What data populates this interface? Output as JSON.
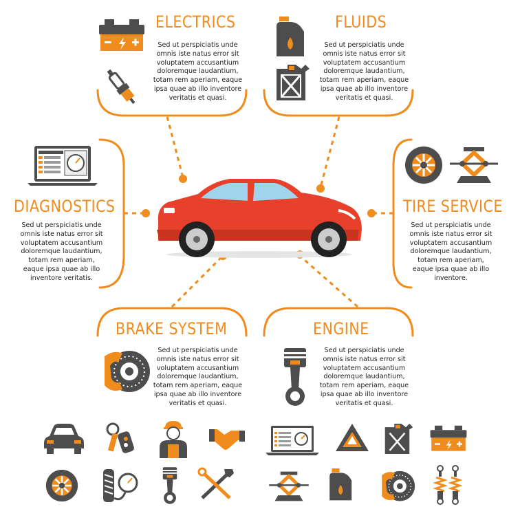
{
  "colors": {
    "accent": "#f08c1e",
    "dark": "#4d4d4d",
    "car": "#e8412b",
    "text": "#222222"
  },
  "sections": {
    "electrics": {
      "title": "ELECTRICS",
      "text": "Sed ut perspiciatis unde\nomnis iste natus error sit\nvoluptatem accusantium\ndoloremque laudantium,\ntotam rem aperiam, eaque\nipsa quae ab illo inventore\nveritatis et quasi.",
      "icons": [
        "battery-icon",
        "spark-plug-icon"
      ]
    },
    "fluids": {
      "title": "FLUIDS",
      "text": "Sed ut perspiciatis unde\nomnis iste natus error sit\nvoluptatem accusantium\ndoloremque laudantium,\ntotam rem aperiam, eaque\nipsa quae ab illo inventore\nveritatis et quasi.",
      "icons": [
        "oil-canister-icon",
        "jerrycan-icon"
      ]
    },
    "diagnostics": {
      "title": "DIAGNOSTICS",
      "text": "Sed ut perspiciatis unde\nomnis iste natus error sit\nvoluptatem accusantium\ndoloremque laudantium,\ntotam rem aperiam,\neaque ipsa quae ab illo\ninventore veritatis.",
      "icons": [
        "laptop-diagnostics-icon"
      ]
    },
    "tire": {
      "title": "TIRE SERVICE",
      "text": "Sed ut perspiciatis unde\nomnis iste natus error sit\nvoluptatem accusantium\ndoloremque laudantium,\ntotam rem aperiam,\neaque ipsa quae ab illo\ninventore.",
      "icons": [
        "tire-icon",
        "car-jack-icon"
      ]
    },
    "brake": {
      "title": "BRAKE SYSTEM",
      "text": "Sed ut perspiciatis unde\nomnis iste natus error sit\nvoluptatem accusantium\ndoloremque laudantium,\ntotam rem aperiam, eaque\nipsa quae ab illo inventore\nveritatis et quasi.",
      "icons": [
        "brake-disc-icon"
      ]
    },
    "engine": {
      "title": "ENGINE",
      "text": "Sed ut perspiciatis unde\nomnis iste natus error sit\nvoluptatem accusantium\ndoloremque laudantium,\ntotam rem aperiam, eaque\nipsa quae ab illo inventore\nveritatis et quasi.",
      "icons": [
        "piston-icon"
      ]
    }
  },
  "center": {
    "icon": "red-sedan-car"
  },
  "bottom_icons": {
    "row1": [
      "car-front-icon",
      "car-key-icon",
      "mechanic-icon",
      "handshake-icon",
      "laptop-diagnostics-icon",
      "warning-triangle-icon",
      "jerrycan-icon",
      "battery-icon"
    ],
    "row2": [
      "tire-icon",
      "tire-pressure-gauge-icon",
      "piston-icon",
      "wrench-icon",
      "car-jack-icon",
      "oil-canister-icon",
      "brake-disc-icon",
      "shock-absorber-icon"
    ]
  }
}
